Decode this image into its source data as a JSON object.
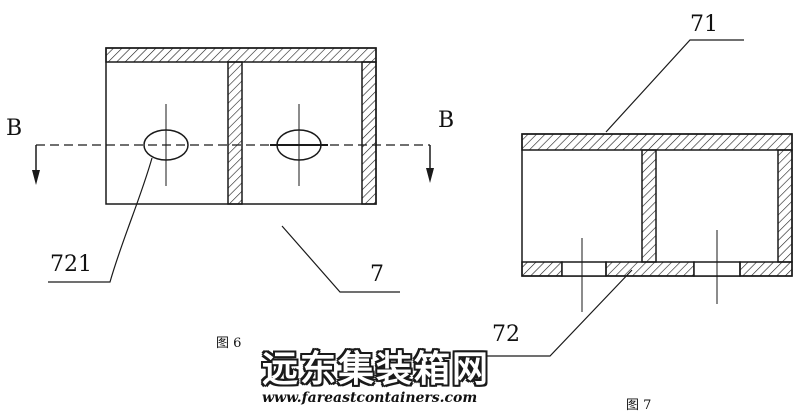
{
  "figure6": {
    "section_label_left": "B",
    "section_label_right": "B",
    "callout_hole": "721",
    "callout_body": "7",
    "caption": "图 6"
  },
  "figure7": {
    "callout_top_plate": "71",
    "callout_bottom_plate": "72",
    "caption": "图 7"
  },
  "watermark": {
    "chinese": "远东集装箱网",
    "url": "www.fareastcontainers.com"
  },
  "colors": {
    "line": "#1a1a1a",
    "background": "#ffffff"
  }
}
